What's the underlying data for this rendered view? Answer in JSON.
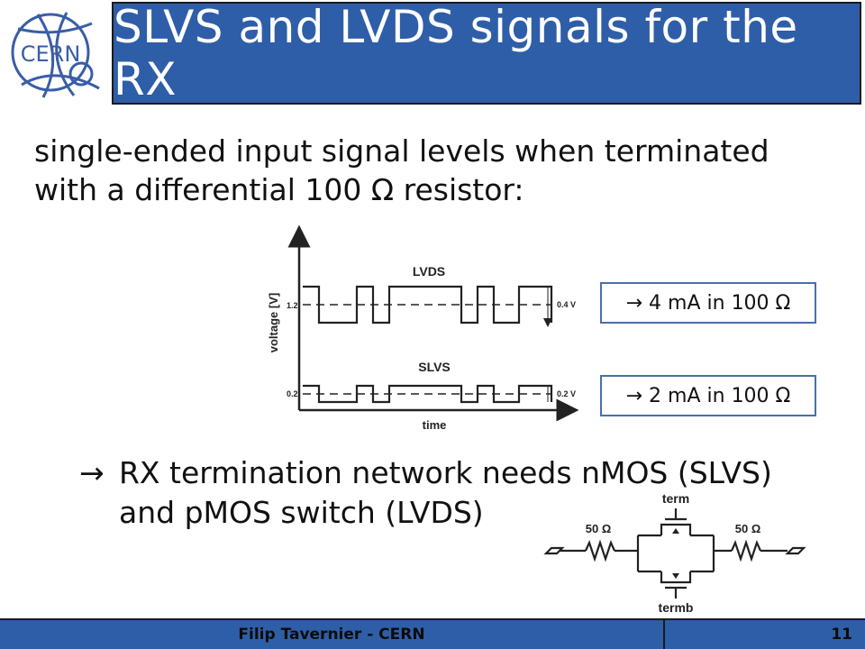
{
  "logo": {
    "text": "CERN",
    "color": "#3a5da8"
  },
  "title": "SLVS and LVDS signals for the RX",
  "intro": {
    "line1": "single-ended input signal levels when terminated",
    "line2": "with a differential 100 Ω resistor:"
  },
  "figure": {
    "ylabel": "voltage [V]",
    "xlabel": "time",
    "lvds": {
      "label": "LVDS",
      "level": "1.2",
      "swing": "0.4 V"
    },
    "slvs": {
      "label": "SLVS",
      "level": "0.2",
      "swing": "0.2 V"
    }
  },
  "callouts": {
    "lvds": "→ 4 mA in 100 Ω",
    "slvs": "→ 2 mA in 100 Ω"
  },
  "bullet": {
    "arrow": "→",
    "line1": "RX termination network needs nMOS (SLVS)",
    "line2": "and pMOS switch (LVDS)"
  },
  "schematic": {
    "term": "term",
    "termb": "termb",
    "r_left": "50 Ω",
    "r_right": "50 Ω"
  },
  "footer": {
    "presenter": "Filip Tavernier - CERN",
    "page": "11"
  },
  "colors": {
    "accent": "#2f5ea8",
    "callout_border": "#4a6fa8"
  }
}
